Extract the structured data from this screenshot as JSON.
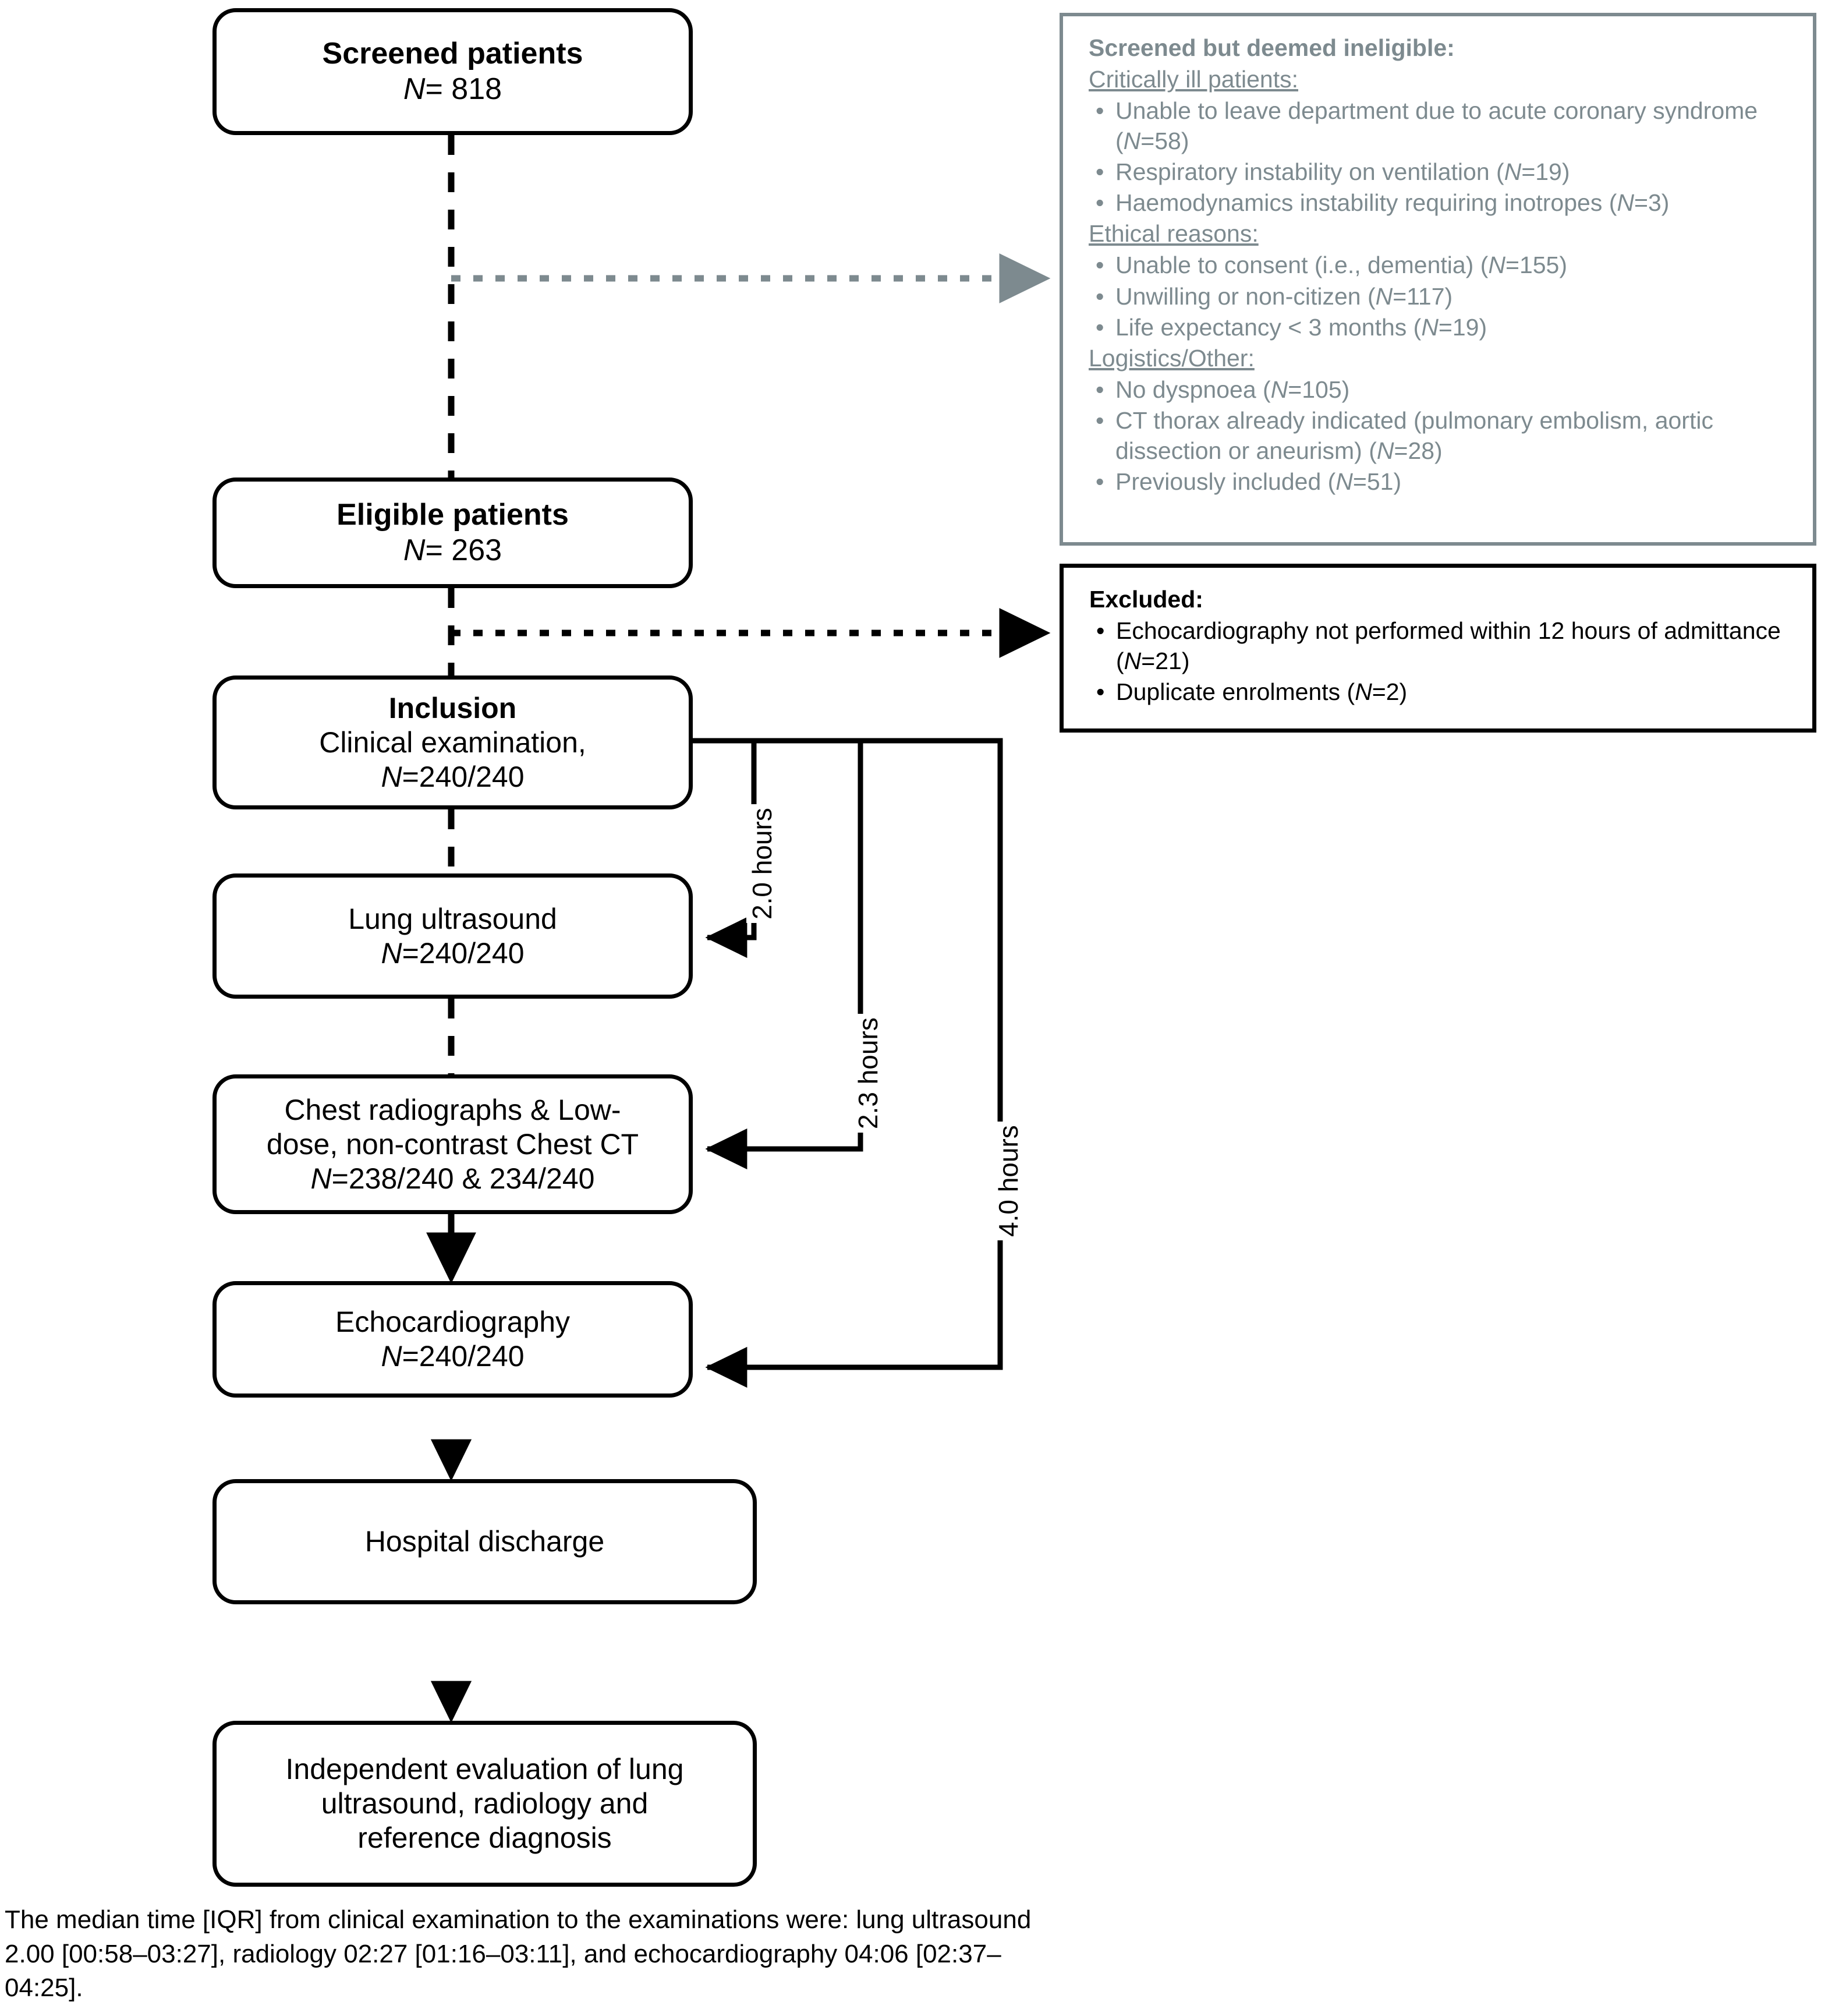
{
  "flow": {
    "nodes": [
      {
        "id": "screened",
        "lines": [
          {
            "t": "Screened patients",
            "style": "bold"
          },
          {
            "t": "N= 818",
            "style": "ital-n"
          }
        ]
      },
      {
        "id": "eligible",
        "lines": [
          {
            "t": "Eligible patients",
            "style": "bold"
          },
          {
            "t": "N= 263",
            "style": "ital-n"
          }
        ]
      },
      {
        "id": "inclusion",
        "lines": [
          {
            "t": "Inclusion",
            "style": "bold"
          },
          {
            "t": "Clinical examination,",
            "style": "plain"
          },
          {
            "t": "N=240/240",
            "style": "ital-n"
          }
        ]
      },
      {
        "id": "lus",
        "lines": [
          {
            "t": "Lung ultrasound",
            "style": "plain"
          },
          {
            "t": "N=240/240",
            "style": "ital-n"
          }
        ]
      },
      {
        "id": "cxr",
        "lines": [
          {
            "t": "Chest radiographs & Low-",
            "style": "plain"
          },
          {
            "t": "dose, non-contrast Chest CT",
            "style": "plain"
          },
          {
            "t": "N=238/240 & 234/240",
            "style": "ital-n"
          }
        ]
      },
      {
        "id": "echo",
        "lines": [
          {
            "t": "Echocardiography",
            "style": "plain"
          },
          {
            "t": "N=240/240",
            "style": "ital-n"
          }
        ]
      },
      {
        "id": "discharge",
        "lines": [
          {
            "t": "Hospital discharge",
            "style": "plain"
          }
        ]
      },
      {
        "id": "evaluation",
        "lines": [
          {
            "t": "Independent evaluation of lung",
            "style": "plain"
          },
          {
            "t": "ultrasound, radiology and",
            "style": "plain"
          },
          {
            "t": "reference diagnosis",
            "style": "plain"
          }
        ]
      }
    ],
    "edge_labels": {
      "lus_time": "2.0 hours",
      "cxr_time": "2.3 hours",
      "echo_time": "4.0 hours"
    }
  },
  "ineligible_panel": {
    "header": "Screened but deemed ineligible:",
    "groups": [
      {
        "title": "Critically ill patients: ",
        "items": [
          "Unable to leave department due to acute coronary syndrome (N=58)",
          "Respiratory instability on ventilation (N=19)",
          "Haemodynamics instability requiring inotropes (N=3)"
        ]
      },
      {
        "title": "Ethical reasons: ",
        "items": [
          "Unable to consent (i.e., dementia) (N=155)",
          "Unwilling or non-citizen (N=117)",
          "Life expectancy < 3 months (N=19)"
        ]
      },
      {
        "title": "Logistics/Other:",
        "items": [
          "No dyspnoea (N=105)",
          "CT thorax already indicated (pulmonary embolism, aortic dissection or aneurism) (N=28)",
          "Previously included (N=51)"
        ]
      }
    ]
  },
  "excluded_panel": {
    "header": "Excluded:",
    "items": [
      "Echocardiography not  performed within 12 hours of admittance (N=21)",
      "Duplicate enrolments (N=2)"
    ]
  },
  "caption": {
    "text": "The median time [IQR] from clinical examination to the examinations were: lung ultrasound 2.00 [00:58–03:27], radiology 02:27 [01:16–03:11], and echocardiography 04:06 [02:37–04:25]."
  },
  "colors": {
    "gray_panel": "#7d8a8f",
    "stroke": "#000000",
    "background": "#ffffff"
  }
}
